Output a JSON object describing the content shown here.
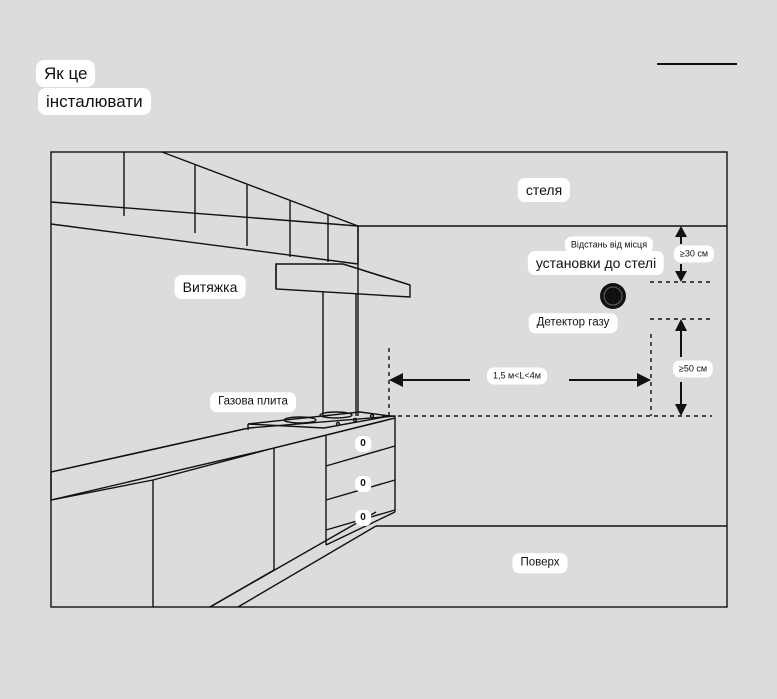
{
  "header": {
    "title_line1": "Як це",
    "title_line2": "інсталювати"
  },
  "labels": {
    "ceiling": "стеля",
    "distance_line1": "Відстань від місця",
    "distance_line2": "установки до стелі",
    "hood": "Витяжка",
    "gas_detector": "Детектор газу",
    "gas_stove": "Газова плита",
    "floor": "Поверх",
    "range": "1,5 м<L<4м",
    "min_ceiling": "≥30 см",
    "min_stove": "≥50 см",
    "knob_1": "0",
    "knob_2": "0",
    "knob_3": "0"
  }
}
